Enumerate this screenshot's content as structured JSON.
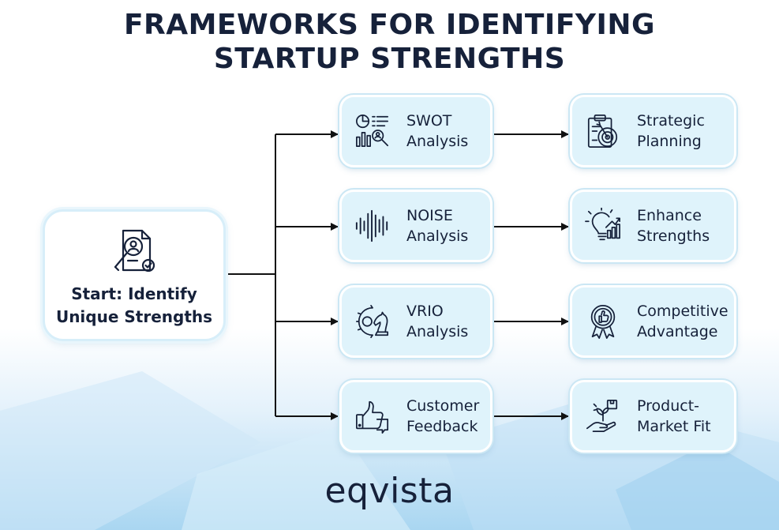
{
  "title": {
    "line1": "FRAMEWORKS FOR IDENTIFYING",
    "line2": "STARTUP STRENGTHS"
  },
  "colors": {
    "text": "#16213a",
    "node_fill": "#dff3fb",
    "node_border": "#ffffff",
    "background_bottom": "#a9d6f1"
  },
  "start": {
    "line1": "Start: Identify",
    "line2": "Unique Strengths",
    "icon": "document-search-icon"
  },
  "frameworks": [
    {
      "line1": "SWOT",
      "line2": "Analysis",
      "icon": "chart-analysis-icon"
    },
    {
      "line1": "NOISE",
      "line2": "Analysis",
      "icon": "sound-wave-icon"
    },
    {
      "line1": "VRIO",
      "line2": "Analysis",
      "icon": "chess-knight-gear-icon"
    },
    {
      "line1": "Customer",
      "line2": "Feedback",
      "icon": "thumbs-up-icon"
    }
  ],
  "outcomes": [
    {
      "line1": "Strategic",
      "line2": "Planning",
      "icon": "clipboard-target-icon"
    },
    {
      "line1": "Enhance",
      "line2": "Strengths",
      "icon": "lightbulb-growth-icon"
    },
    {
      "line1": "Competitive",
      "line2": "Advantage",
      "icon": "award-badge-icon"
    },
    {
      "line1": "Product-",
      "line2": "Market Fit",
      "icon": "hand-plant-icon"
    }
  ],
  "logo": "eqvista"
}
